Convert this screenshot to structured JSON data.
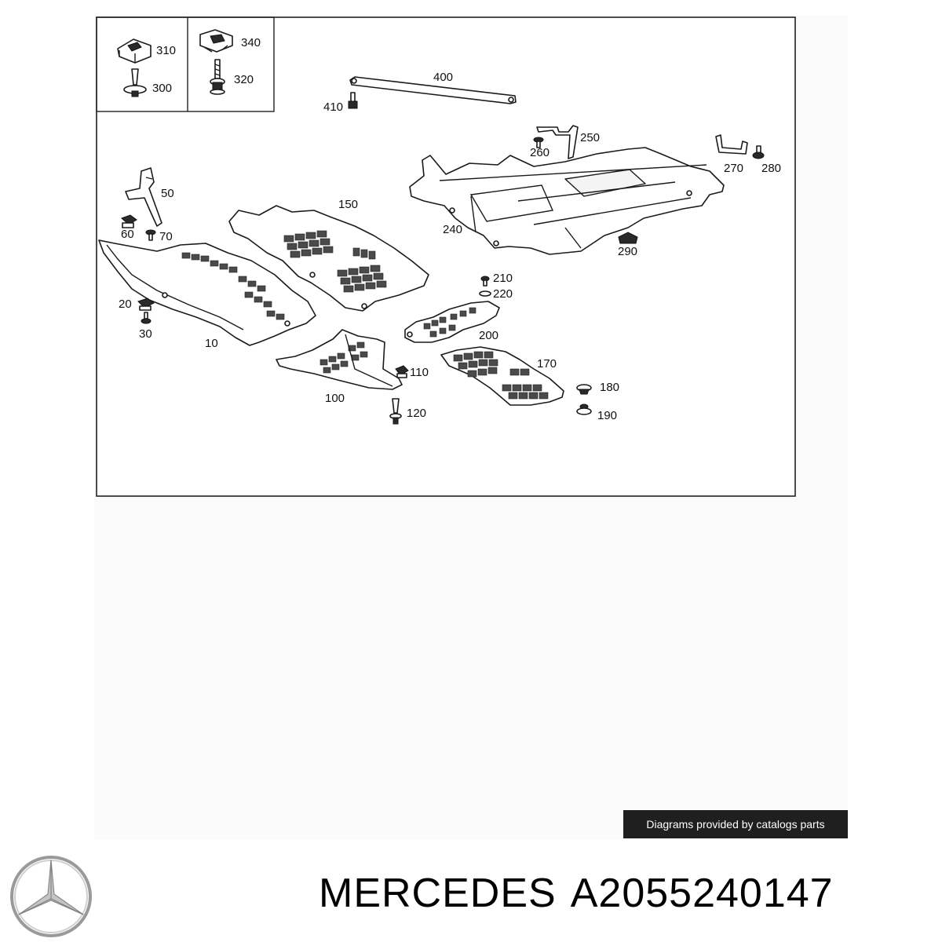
{
  "diagram": {
    "callouts": {
      "c310": "310",
      "c340": "340",
      "c300": "300",
      "c320": "320",
      "c400": "400",
      "c410": "410",
      "c250": "250",
      "c260": "260",
      "c270": "270",
      "c280": "280",
      "c50": "50",
      "c150": "150",
      "c60": "60",
      "c70": "70",
      "c240": "240",
      "c290": "290",
      "c210": "210",
      "c220": "220",
      "c20": "20",
      "c30": "30",
      "c10": "10",
      "c200": "200",
      "c170": "170",
      "c110": "110",
      "c100": "100",
      "c180": "180",
      "c120": "120",
      "c190": "190"
    }
  },
  "credit": "Diagrams provided by catalogs parts",
  "brand": {
    "name": "MERCEDES",
    "part_number": "A2055240147",
    "logo_icon": "mercedes-star-icon"
  }
}
